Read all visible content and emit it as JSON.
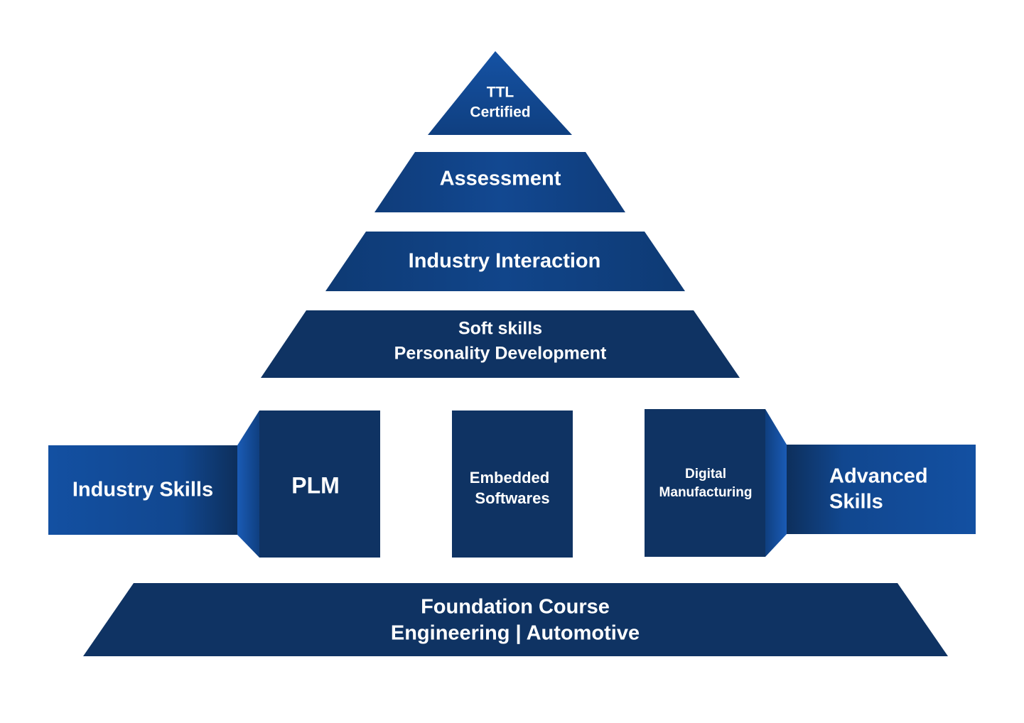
{
  "colors": {
    "dark_navy": "#0f3363",
    "mid_blue": "#114a90",
    "bright_blue": "#124ea3",
    "background": "#ffffff",
    "text": "#ffffff"
  },
  "pyramid": {
    "apex": {
      "line1": "TTL",
      "line2": "Certified"
    },
    "assessment": {
      "label": "Assessment"
    },
    "industry_interaction": {
      "label": "Industry Interaction"
    },
    "soft_skills": {
      "line1": "Soft skills",
      "line2": "Personality Development"
    },
    "foundation": {
      "line1": "Foundation Course",
      "line2": "Engineering | Automotive"
    }
  },
  "skills": {
    "industry_skills": {
      "label": "Industry Skills"
    },
    "plm": {
      "label": "PLM"
    },
    "embedded": {
      "line1": "Embedded",
      "line2": "Softwares"
    },
    "digital_manufacturing": {
      "line1": "Digital",
      "line2": "Manufacturing"
    },
    "advanced_skills": {
      "line1": "Advanced",
      "line2": "Skills"
    }
  }
}
